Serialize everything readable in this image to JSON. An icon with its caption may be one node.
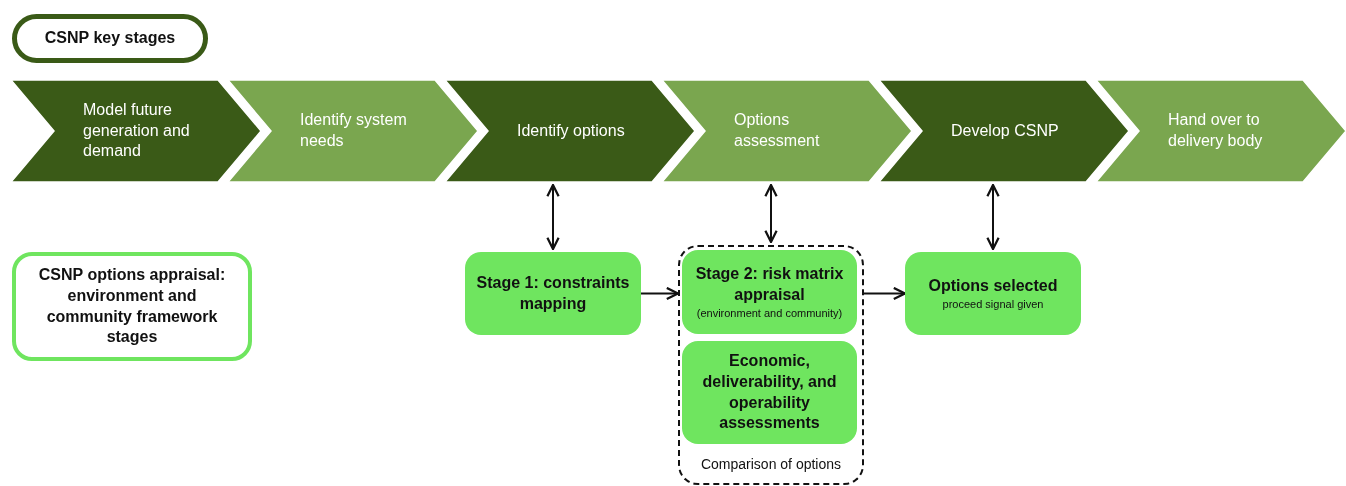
{
  "diagram": {
    "nodes": [
      {
        "text": [
          "CSNP key stages"
        ]
      },
      {
        "text": [
          "Model future generation and demand"
        ]
      },
      {
        "text": [
          "Identify system needs"
        ]
      },
      {
        "text": [
          "Identify options"
        ]
      },
      {
        "text": [
          "Options assessment"
        ]
      },
      {
        "text": [
          "Develop CSNP"
        ]
      },
      {
        "text": [
          "Hand over to delivery body"
        ]
      },
      {
        "text": [
          "CSNP options appraisal: environment and community framework stages"
        ]
      },
      {
        "text": [
          "Stage 1: constraints mapping"
        ]
      },
      {
        "text": [
          "Comparison of options"
        ]
      },
      {
        "text": [
          "Stage 2: risk matrix appraisal",
          "(environment and community)"
        ],
        "in": 9
      },
      {
        "text": [
          "Economic, deliverability, and operability assessments"
        ],
        "in": 9
      },
      {
        "text": [
          "Options selected",
          "proceed signal given"
        ]
      }
    ],
    "edges": [
      {
        "from": 3,
        "to": 8,
        "arrow": "both"
      },
      {
        "from": 4,
        "to": 9,
        "arrow": "both"
      },
      {
        "from": 5,
        "to": 12,
        "arrow": "both"
      },
      {
        "from": 8,
        "to": 9,
        "arrow": "to"
      },
      {
        "from": 9,
        "to": 12,
        "arrow": "to"
      }
    ]
  }
}
